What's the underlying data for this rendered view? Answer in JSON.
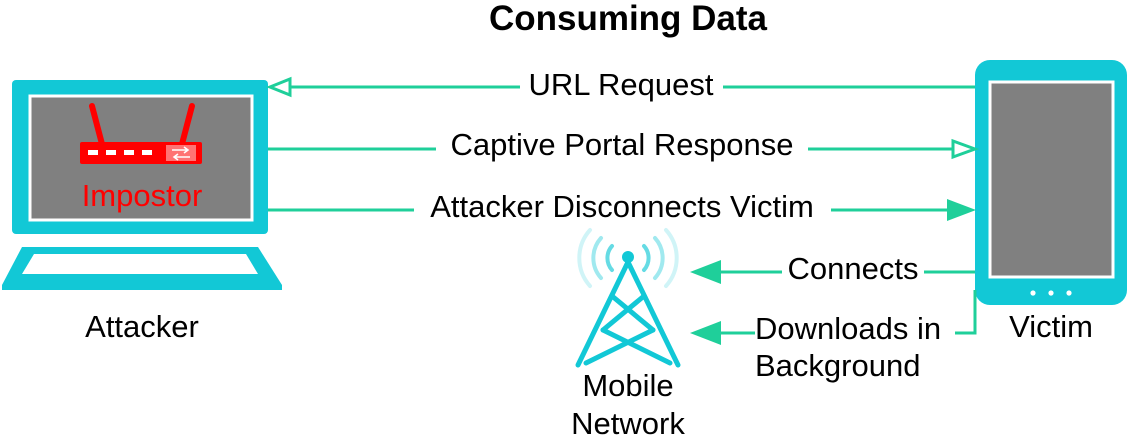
{
  "title": "Consuming Data",
  "nodes": {
    "attacker": {
      "label": "Attacker",
      "screen_label": "Impostor"
    },
    "victim": {
      "label": "Victim"
    },
    "network": {
      "label_line1": "Mobile",
      "label_line2": "Network"
    }
  },
  "arrows": {
    "url_request": "URL Request",
    "captive_portal": "Captive Portal Response",
    "disconnects": "Attacker Disconnects Victim",
    "connects": "Connects",
    "downloads_line1": "Downloads in",
    "downloads_line2": "Background"
  },
  "colors": {
    "device": "#12c8d6",
    "arrow": "#1fcf9a",
    "screen": "#808080",
    "router": "#ff0000",
    "text": "#000000"
  },
  "icons": {
    "attacker": "laptop-icon",
    "victim": "smartphone-icon",
    "network": "cell-tower-icon",
    "impostor": "router-icon"
  }
}
